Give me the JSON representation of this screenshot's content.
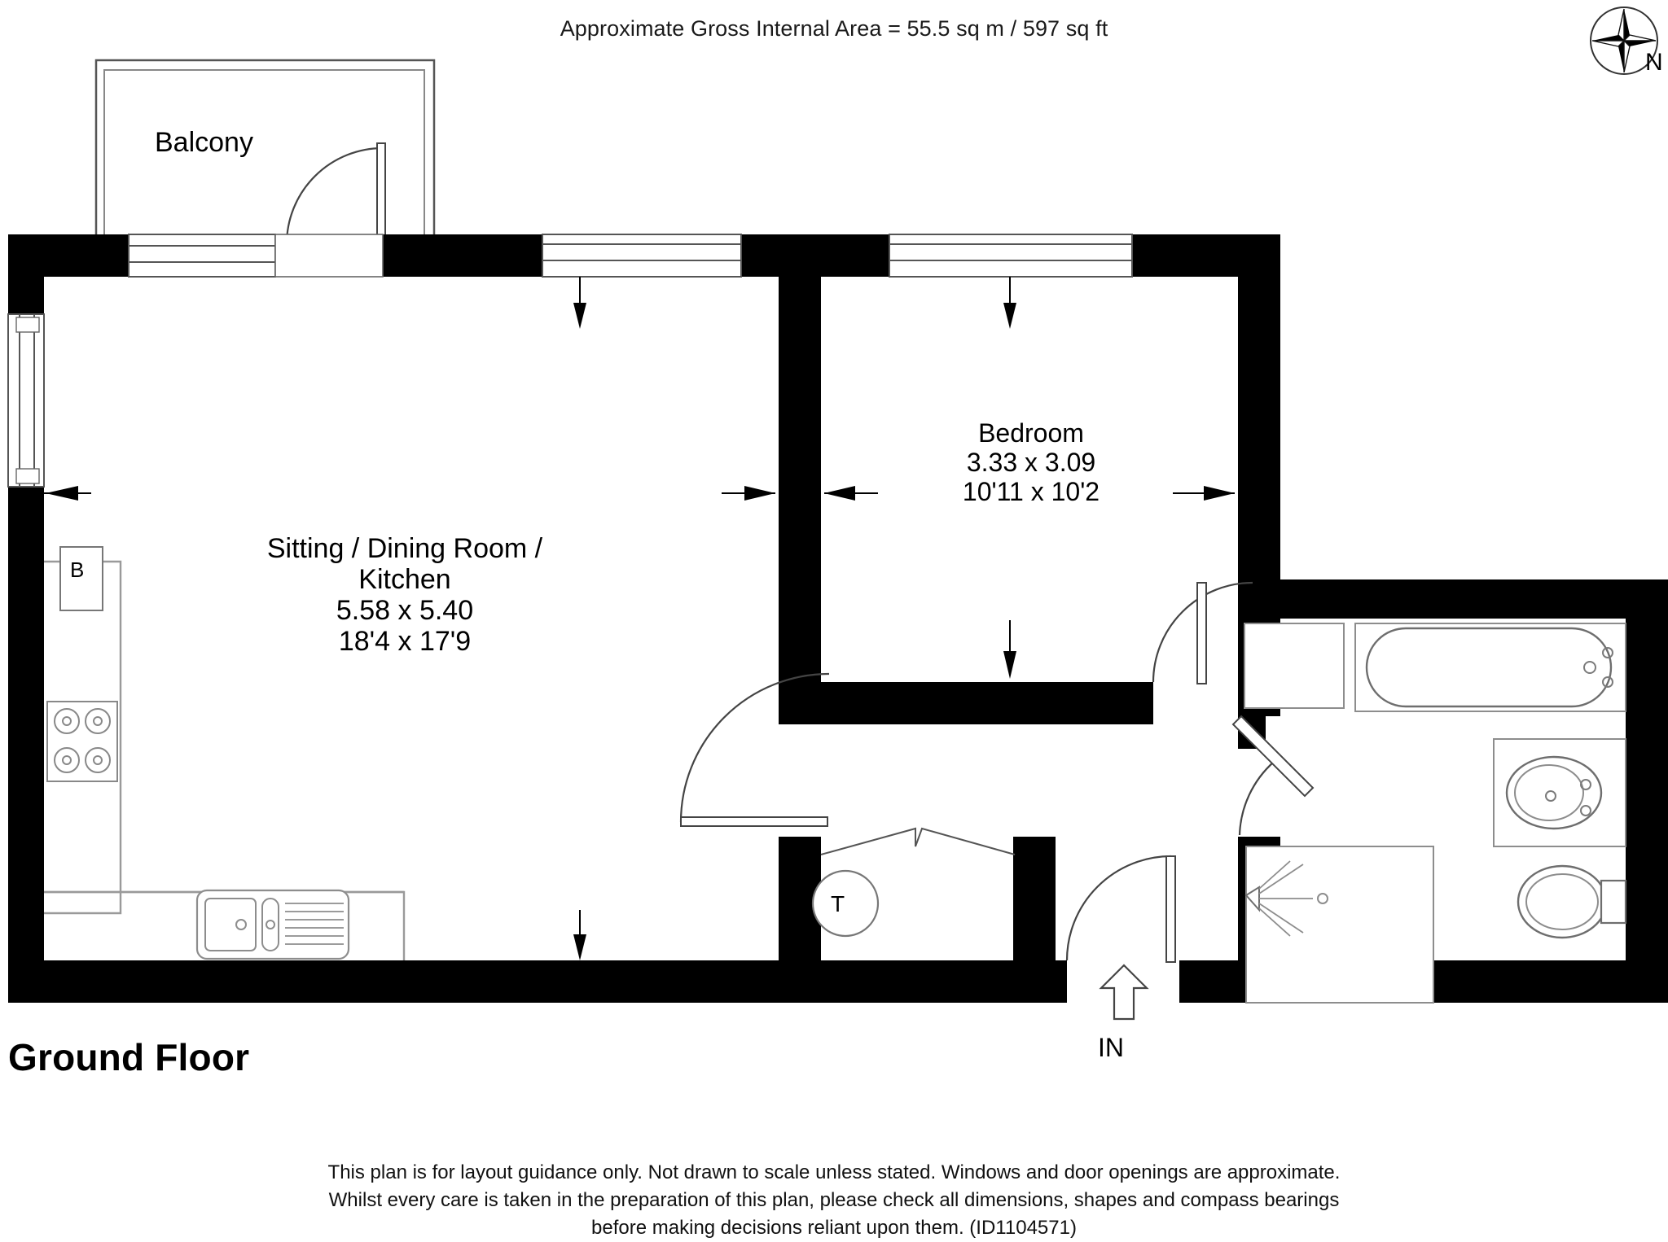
{
  "header": {
    "area_title": "Approximate Gross Internal Area = 55.5 sq m / 597 sq ft"
  },
  "compass": {
    "icon": "compass-rose-icon",
    "north_label": "N"
  },
  "plan": {
    "floor_title": "Ground Floor",
    "entrance": {
      "label": "IN",
      "icon": "entrance-arrow-icon"
    },
    "rooms": [
      {
        "key": "balcony",
        "name": "Balcony",
        "metric": "",
        "imperial": ""
      },
      {
        "key": "sitting_dining_kitchen",
        "name_line1": "Sitting / Dining Room /",
        "name_line2": "Kitchen",
        "metric": "5.58 x 5.40",
        "imperial": "18'4 x 17'9"
      },
      {
        "key": "bedroom",
        "name": "Bedroom",
        "metric": "3.33 x 3.09",
        "imperial": "10'11 x 10'2"
      }
    ],
    "markers": [
      {
        "key": "boiler",
        "label": "B",
        "shape": "rectangle"
      },
      {
        "key": "tank",
        "label": "T",
        "shape": "circle"
      }
    ],
    "fixtures": [
      {
        "name": "hob-icon"
      },
      {
        "name": "sink-icon"
      },
      {
        "name": "bath-icon"
      },
      {
        "name": "washbasin-icon"
      },
      {
        "name": "toilet-icon"
      },
      {
        "name": "shower-icon"
      }
    ]
  },
  "footer": {
    "line1": "This plan is for layout guidance only. Not drawn to scale unless stated. Windows and door openings are approximate.",
    "line2": "Whilst every care is taken in the preparation of this plan, please check all dimensions, shapes and compass bearings",
    "line3": "before making decisions reliant upon them. (ID1104571)"
  }
}
